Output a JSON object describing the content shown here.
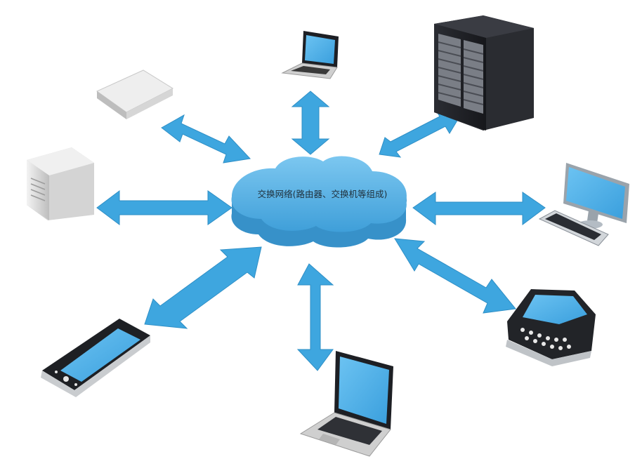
{
  "cloud": {
    "label": "交换网络(路由器、交换机等组成)"
  },
  "colors": {
    "arrow": "#3ea6df",
    "arrow_shade": "#2f8fc6",
    "cloud_top": "#63b8ea",
    "cloud_side": "#3d97cf",
    "screen": "#4fb0ea",
    "device_dark": "#1d1f24",
    "device_light": "#e6e6e6"
  },
  "devices": [
    "laptop-top",
    "server-rack",
    "desktop-monitor",
    "smartphone-keyboard",
    "laptop-bottom",
    "smartphone-touch",
    "tower-server",
    "network-box"
  ]
}
